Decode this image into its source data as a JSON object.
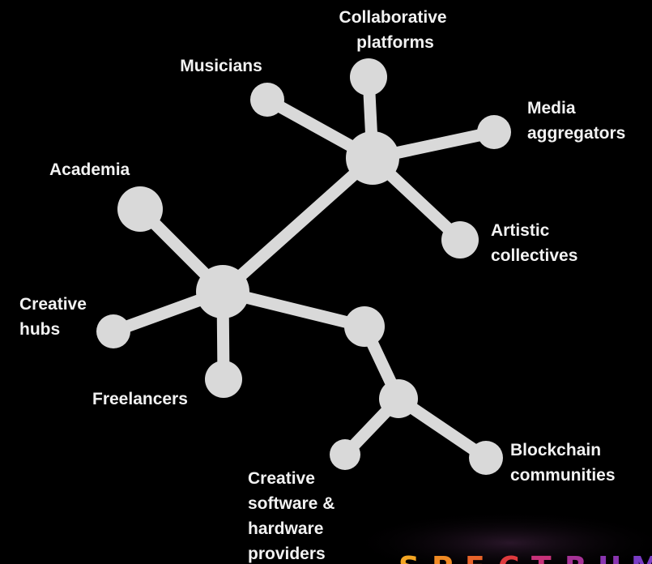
{
  "labels": {
    "collaborative_platforms": [
      "Collaborative",
      "platforms"
    ],
    "musicians": [
      "Musicians"
    ],
    "media_aggregators": [
      "Media",
      "aggregators"
    ],
    "academia": [
      "Academia"
    ],
    "artistic_collectives": [
      "Artistic",
      "collectives"
    ],
    "creative_hubs": [
      "Creative",
      "hubs"
    ],
    "freelancers": [
      "Freelancers"
    ],
    "blockchain_communities": [
      "Blockchain",
      "communities"
    ],
    "creative_software": [
      "Creative",
      "software &",
      "hardware",
      "providers"
    ]
  },
  "brand": {
    "text": "SPECTRUM",
    "colors": [
      "#f5a623",
      "#f08a24",
      "#e8632a",
      "#e03a3e",
      "#c8327a",
      "#a63296",
      "#8a35b0",
      "#7a3cc4"
    ]
  },
  "colors": {
    "background": "#000000",
    "node": "#d9d9d9",
    "label": "#f2f2f2"
  }
}
